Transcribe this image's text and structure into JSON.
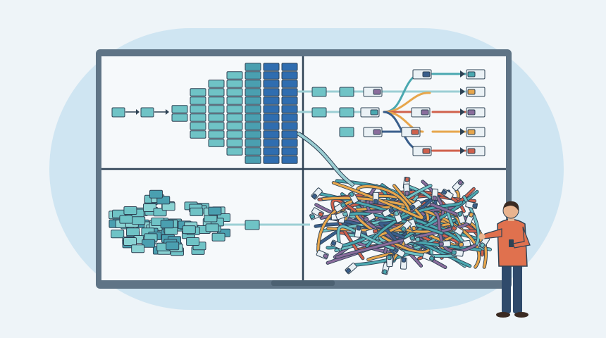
{
  "scene": {
    "description_free": true
  },
  "colors": {
    "background": "#eef4f8",
    "backdrop_blob": "#cfe5f2",
    "board_frame": "#5f7486",
    "board_face": "#f6f9fb",
    "outline": "#2e4254",
    "teal_block": "#6fc3c6",
    "dark_teal_block": "#4a9fb0",
    "navy_block": "#2f6db0",
    "cable_teal": "#4aa8b0",
    "cable_orange": "#e7a64c",
    "cable_red": "#d0614c",
    "cable_navy": "#3a5f8c",
    "cable_purple": "#8a6d9c",
    "person_shirt": "#e0714e",
    "person_pants": "#2f4a6b",
    "person_skin": "#e9b48f",
    "person_hair": "#3a2a22"
  },
  "icons": {
    "arrow": "arrow-right-icon",
    "connector": "cable-plug-icon",
    "person": "presenter-figure"
  },
  "board": {
    "panels": [
      {
        "name": "ordered-pipeline-panel"
      },
      {
        "name": "branching-connectors-panel"
      },
      {
        "name": "unordered-blocks-panel"
      },
      {
        "name": "tangled-cables-panel"
      }
    ]
  }
}
